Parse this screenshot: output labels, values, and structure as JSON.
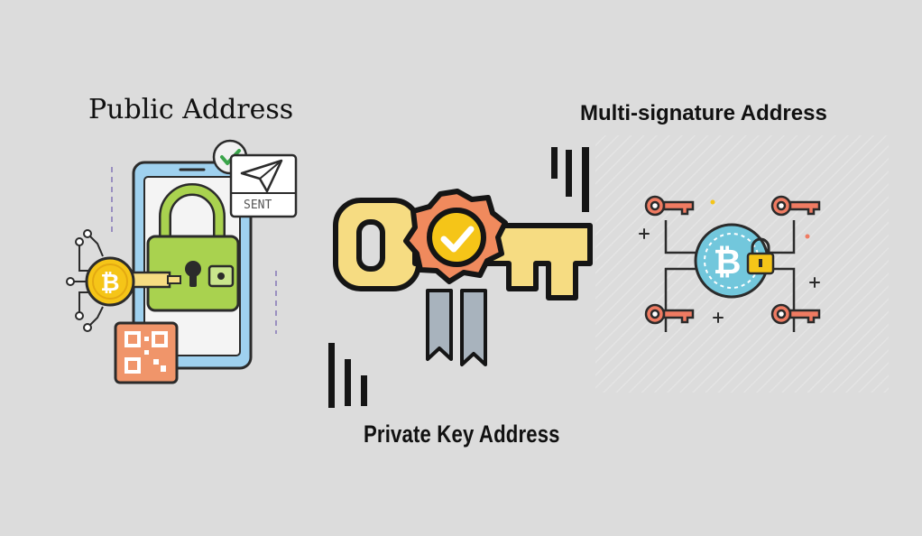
{
  "colors": {
    "background": "#dcdcdc",
    "phone_blue": "#9fd1ef",
    "lock_green": "#a9d24f",
    "bitcoin_gold": "#f5c518",
    "qr_orange": "#f0956a",
    "key_yellow": "#f6dc82",
    "badge_orange": "#f08a5d",
    "badge_ribbon": "#a8b3bd",
    "multisig_coin": "#72c7dc",
    "multisig_key_red": "#ef7b62"
  },
  "labels": {
    "public_address": "Public Address",
    "multisig_address": "Multi-signature Address",
    "private_key_address": "Private Key Address"
  },
  "public_art": {
    "sent_text": "SENT",
    "bitcoin_symbol": "₿"
  },
  "multisig_art": {
    "bitcoin_symbol": "₿"
  }
}
